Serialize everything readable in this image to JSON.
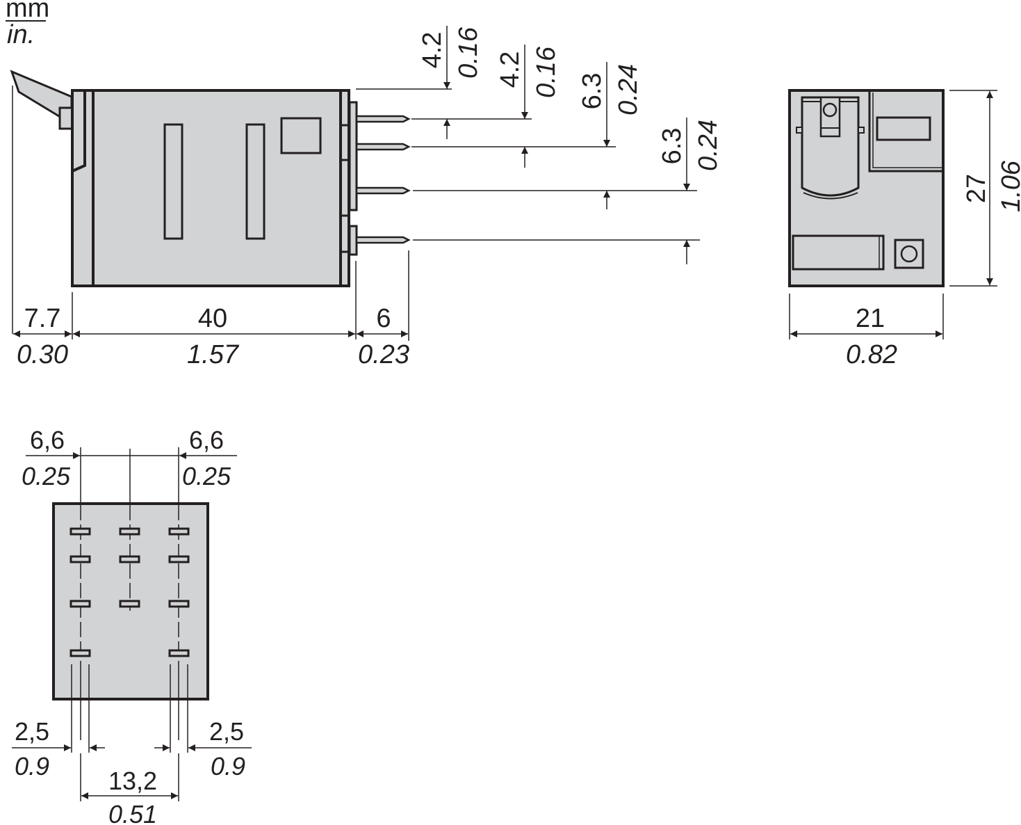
{
  "units": {
    "primary": "mm",
    "secondary": "in."
  },
  "side_view": {
    "dims_horizontal": [
      {
        "mm": "7.7",
        "in": "0.30"
      },
      {
        "mm": "40",
        "in": "1.57"
      },
      {
        "mm": "6",
        "in": "0.23"
      }
    ],
    "dims_pin_pitch": [
      {
        "mm": "4.2",
        "in": "0.16"
      },
      {
        "mm": "4.2",
        "in": "0.16"
      },
      {
        "mm": "6.3",
        "in": "0.24"
      },
      {
        "mm": "6.3",
        "in": "0.24"
      }
    ]
  },
  "end_view": {
    "width": {
      "mm": "21",
      "in": "0.82"
    },
    "height": {
      "mm": "27",
      "in": "1.06"
    }
  },
  "bottom_view": {
    "pin_col_left": {
      "mm": "6,6",
      "in": "0.25"
    },
    "pin_col_right": {
      "mm": "6,6",
      "in": "0.25"
    },
    "pin_width_left": {
      "mm": "2,5",
      "in": "0.9"
    },
    "pin_width_right": {
      "mm": "2,5",
      "in": "0.9"
    },
    "outer_pin_spacing": {
      "mm": "13,2",
      "in": "0.51"
    }
  }
}
